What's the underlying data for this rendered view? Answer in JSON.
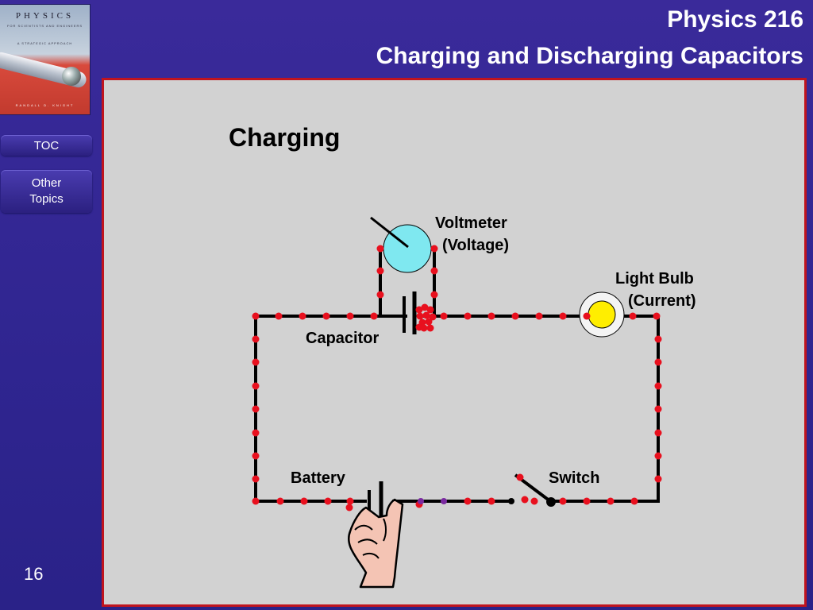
{
  "header": {
    "course": "Physics 216",
    "title": "Charging and Discharging Capacitors"
  },
  "book": {
    "title": "PHYSICS",
    "subtitle": "FOR SCIENTISTS AND ENGINEERS",
    "strapline": "A STRATEGIC APPROACH",
    "author": "RANDALL D. KNIGHT"
  },
  "nav": {
    "toc": "TOC",
    "other_topics_line1": "Other",
    "other_topics_line2": "Topics"
  },
  "slide_number": "16",
  "diagram": {
    "heading": "Charging",
    "voltmeter_line1": "Voltmeter",
    "voltmeter_line2": "(Voltage)",
    "bulb_line1": "Light Bulb",
    "bulb_line2": "(Current)",
    "capacitor": "Capacitor",
    "battery": "Battery",
    "switch": "Switch"
  },
  "colors": {
    "background": "#2f2590",
    "panel": "#d2d2d2",
    "panel_border": "#c0141e",
    "charge": "#e8101e",
    "voltmeter": "#7fe8f0",
    "bulb": "#ffee00"
  }
}
